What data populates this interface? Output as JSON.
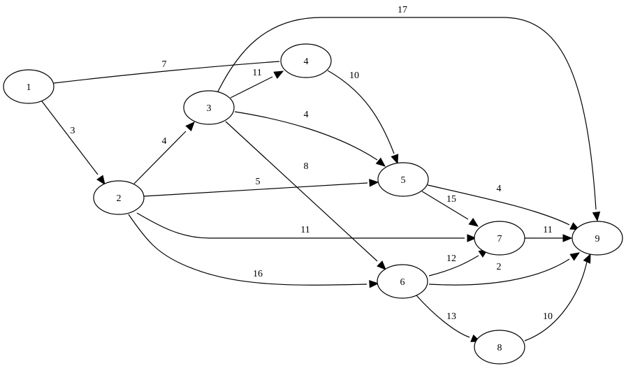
{
  "graph": {
    "type": "directed-weighted",
    "nodes": [
      {
        "id": "1",
        "label": "1"
      },
      {
        "id": "2",
        "label": "2"
      },
      {
        "id": "3",
        "label": "3"
      },
      {
        "id": "4",
        "label": "4"
      },
      {
        "id": "5",
        "label": "5"
      },
      {
        "id": "6",
        "label": "6"
      },
      {
        "id": "7",
        "label": "7"
      },
      {
        "id": "8",
        "label": "8"
      },
      {
        "id": "9",
        "label": "9"
      }
    ],
    "edges": [
      {
        "from": "1",
        "to": "4",
        "label": "7"
      },
      {
        "from": "1",
        "to": "2",
        "label": "3"
      },
      {
        "from": "2",
        "to": "3",
        "label": "4"
      },
      {
        "from": "2",
        "to": "5",
        "label": "5"
      },
      {
        "from": "2",
        "to": "7",
        "label": "11"
      },
      {
        "from": "2",
        "to": "6",
        "label": "16"
      },
      {
        "from": "3",
        "to": "4",
        "label": "11"
      },
      {
        "from": "3",
        "to": "9",
        "label": "17"
      },
      {
        "from": "3",
        "to": "5",
        "label": "4"
      },
      {
        "from": "3",
        "to": "6",
        "label": "8"
      },
      {
        "from": "4",
        "to": "5",
        "label": "10"
      },
      {
        "from": "5",
        "to": "9",
        "label": "4"
      },
      {
        "from": "5",
        "to": "7",
        "label": "15"
      },
      {
        "from": "6",
        "to": "7",
        "label": "12"
      },
      {
        "from": "6",
        "to": "9",
        "label": "2"
      },
      {
        "from": "6",
        "to": "8",
        "label": "13"
      },
      {
        "from": "7",
        "to": "9",
        "label": "11"
      },
      {
        "from": "8",
        "to": "9",
        "label": "10"
      }
    ]
  }
}
